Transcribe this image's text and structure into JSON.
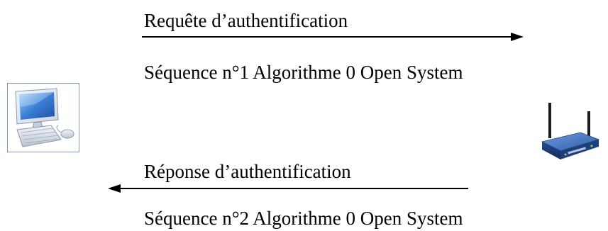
{
  "request": {
    "title": "Requête d’authentification",
    "sequence": "Séquence n°1 Algorithme 0 Open System"
  },
  "response": {
    "title": "Réponse d’authentification",
    "sequence": "Séquence n°2 Algorithme 0 Open System"
  },
  "icons": {
    "client": "computer-icon",
    "access_point": "wireless-router-icon"
  },
  "colors": {
    "text": "#000000",
    "arrow": "#000000",
    "screen": "#3a7fd5",
    "router_body": "#2b5aa8"
  }
}
